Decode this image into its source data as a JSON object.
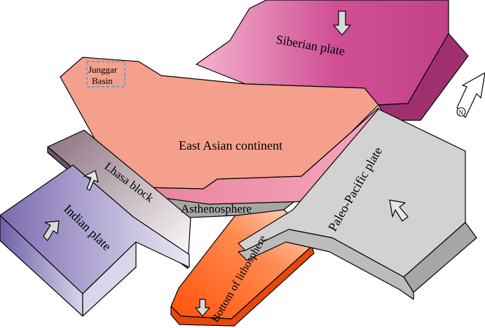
{
  "labels": {
    "siberian": "Siberian plate",
    "junggar_line1": "Junggar",
    "junggar_line2": "Basin",
    "east_asian": "East Asian continent",
    "lhasa": "Lhasa block",
    "asthenosphere": "Asthenosphere",
    "indian": "Indian plate",
    "paleo_pacific": "Paleo-Pacific plate",
    "lithosphere_bottom": "Bottom of lithosphere",
    "north_symbol": "N"
  },
  "colors": {
    "siberian_light": "#f1a8c8",
    "siberian_dark": "#c23f87",
    "siberian_side": "#9c2e6a",
    "east_asian_top": "#f5a08c",
    "east_asian_under": "#ee8fa8",
    "lhasa_dark": "#8c7280",
    "lhasa_light": "#ffffff",
    "indian_dark": "#7a6ab0",
    "indian_light": "#e4e1f2",
    "pacific_top": "#d2d2d2",
    "pacific_side": "#a8a8a8",
    "orange_dark": "#ff5a10",
    "orange_light": "#ffd0b8",
    "asthenosphere": "#a6a6a6",
    "junggar_box": "#3a9ad9"
  }
}
